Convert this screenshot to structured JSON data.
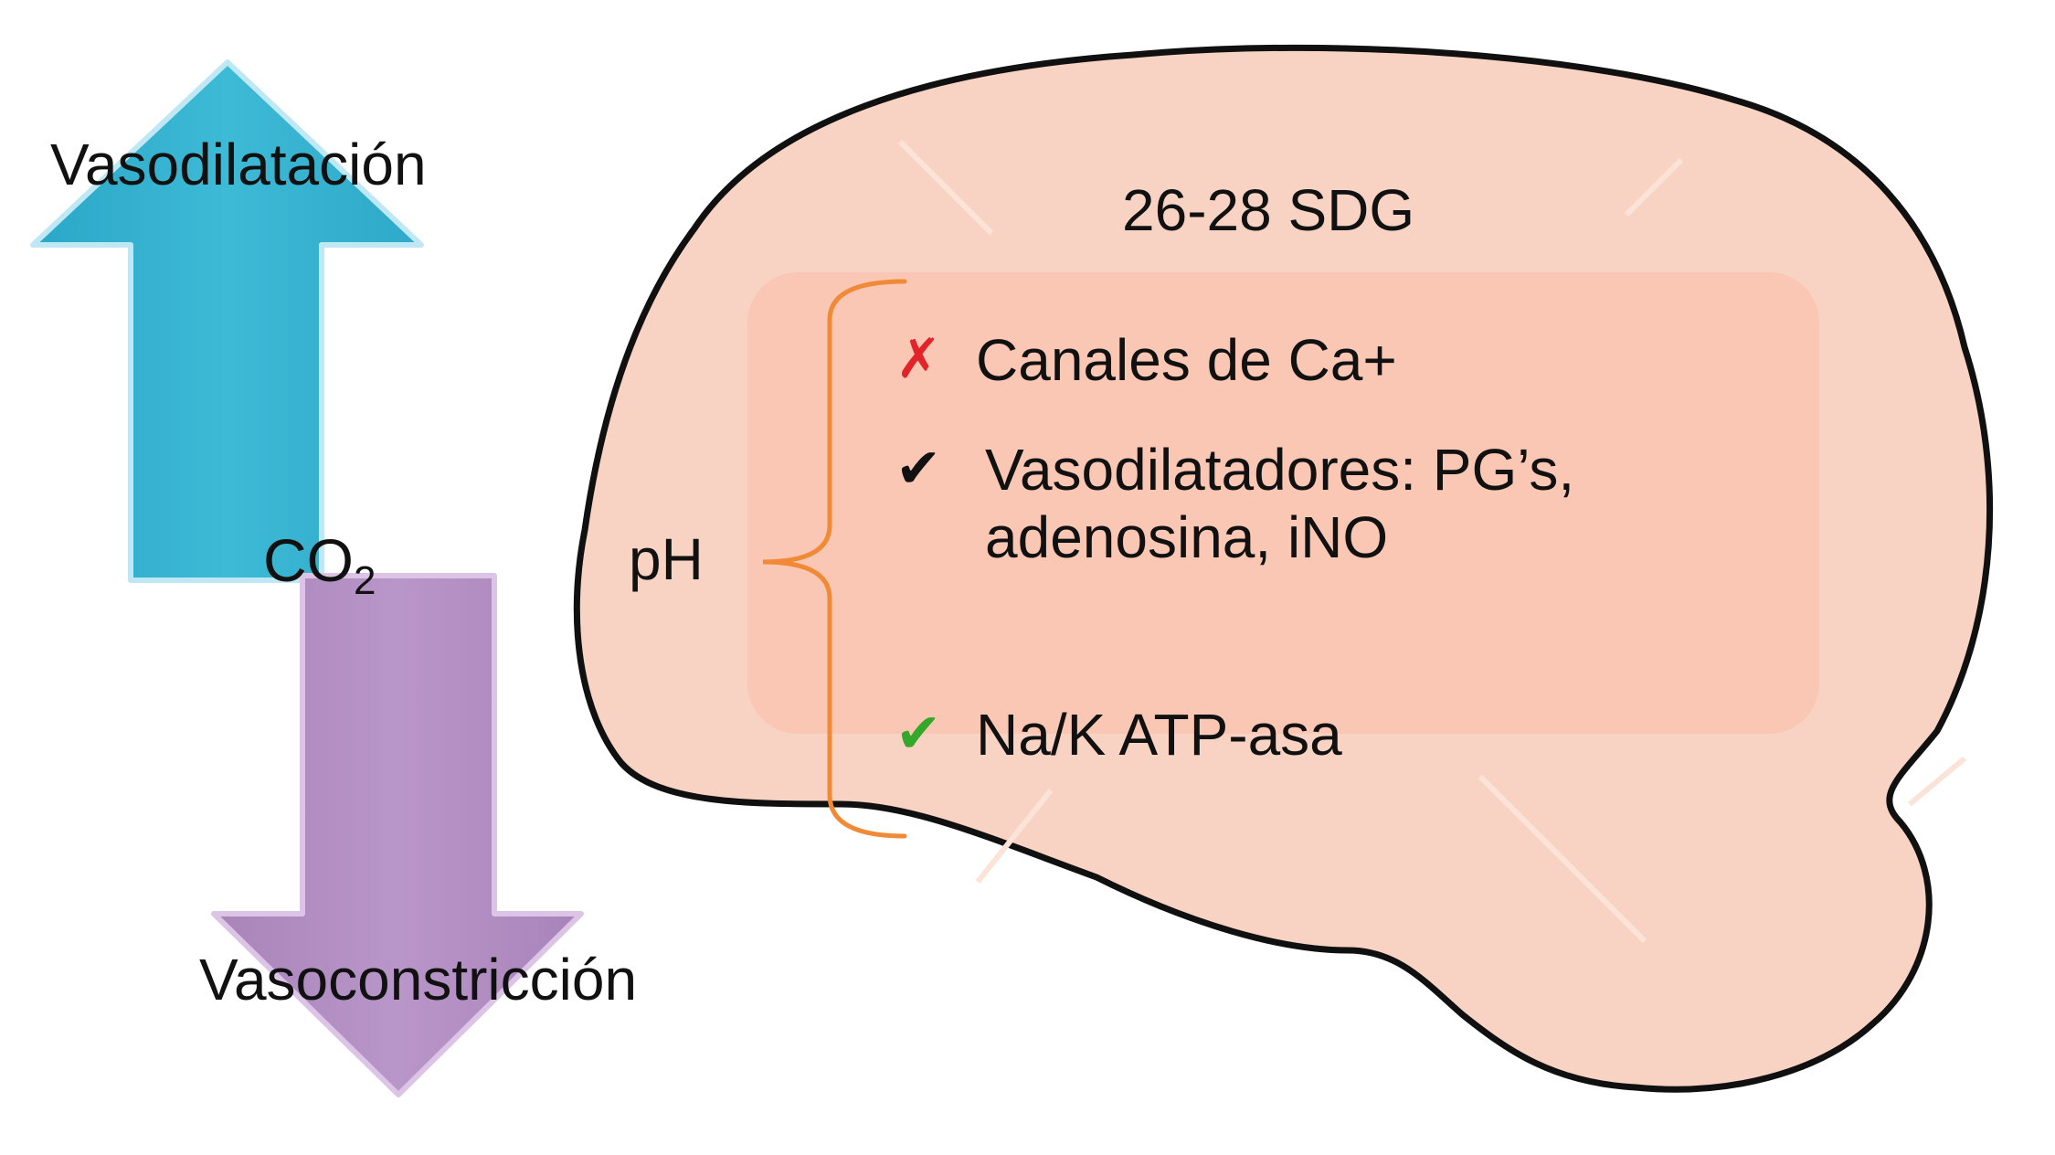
{
  "arrows": {
    "up_label": "Vasodilatación",
    "down_label": "Vasoconstricción",
    "center_label": "CO",
    "center_subscript": "2",
    "up_color": "#37b3cf",
    "down_color": "#b48ec2"
  },
  "brain": {
    "gestational_age": "26-28 SDG",
    "fill_color": "#f8d3c4",
    "panel_color": "#f9c6b2"
  },
  "bracket": {
    "label": "pH",
    "color": "#f08a36"
  },
  "effects": [
    {
      "icon": "cross-icon",
      "mark": "✗",
      "text": "Canales de Ca+"
    },
    {
      "icon": "checkmark-icon",
      "mark": "✔",
      "text": "Vasodilatadores: PG’s,\nadenosina, iNO"
    },
    {
      "icon": "checkmark-icon",
      "mark": "✔",
      "text": "Na/K ATP-asa"
    }
  ]
}
